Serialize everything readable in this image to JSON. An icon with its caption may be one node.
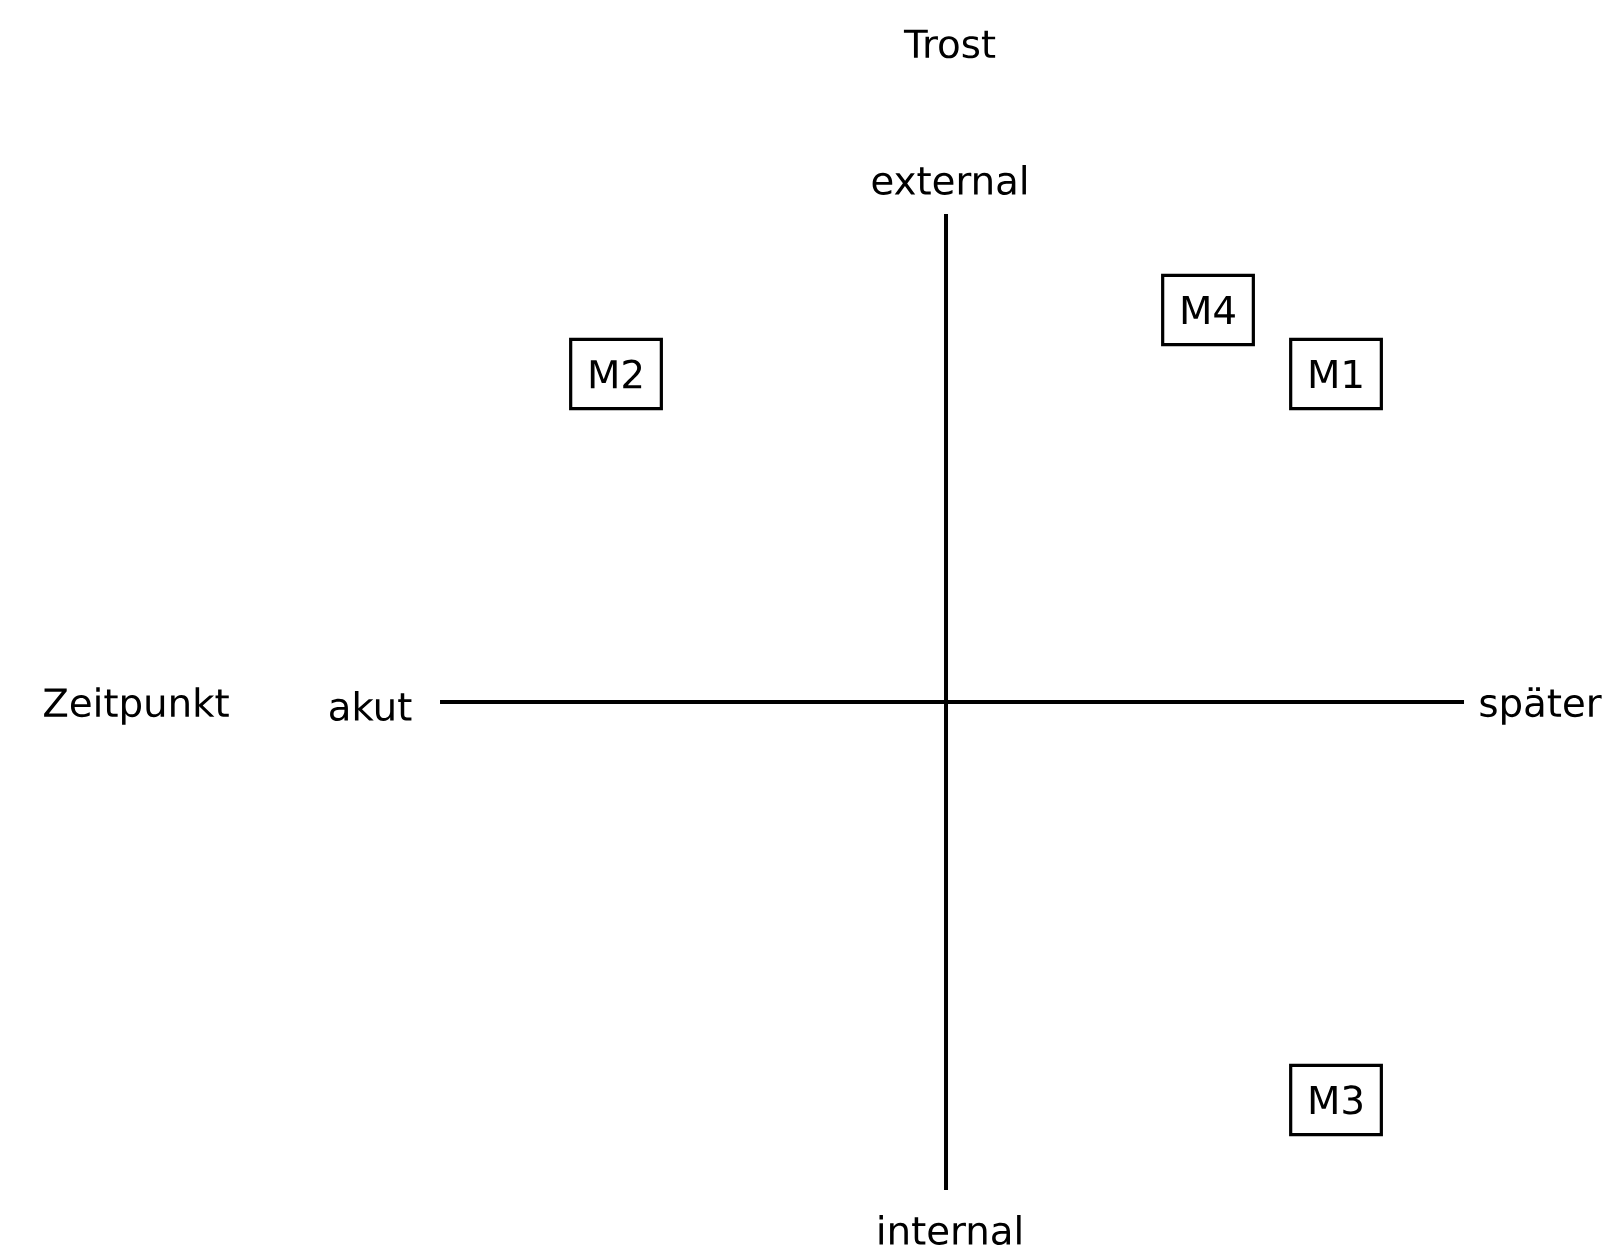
{
  "diagram": {
    "title": "Trost",
    "nodes": [
      {
        "text": [
          "M4"
        ]
      },
      {
        "text": [
          "M2"
        ]
      },
      {
        "text": [
          "M1"
        ]
      },
      {
        "text": [
          "M3"
        ]
      }
    ],
    "labels": [
      "external",
      "Zeitpunkt",
      "akut",
      "später",
      "internal"
    ]
  }
}
